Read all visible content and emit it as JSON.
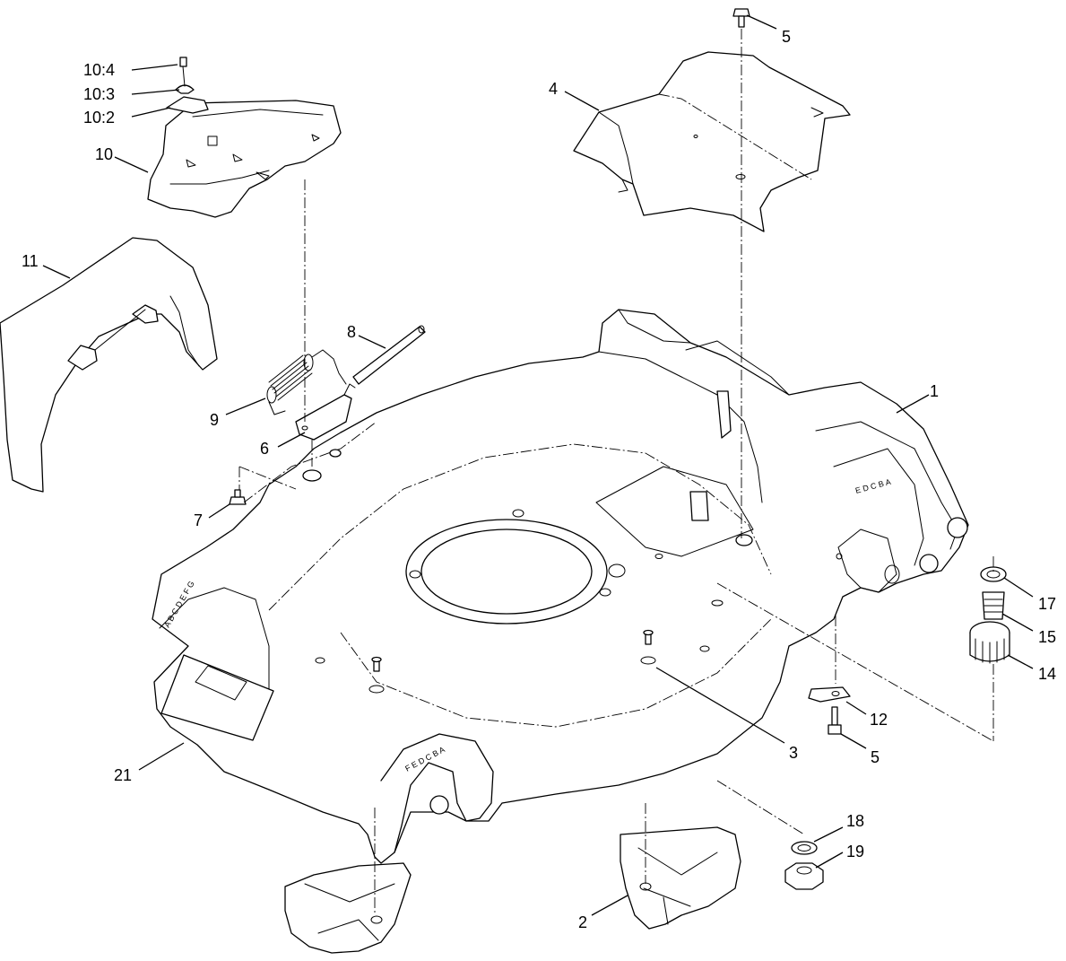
{
  "callouts": [
    {
      "id": "c-5-top",
      "text": "5"
    },
    {
      "id": "c-4",
      "text": "4"
    },
    {
      "id": "c-10-4",
      "text": "10:4"
    },
    {
      "id": "c-10-3",
      "text": "10:3"
    },
    {
      "id": "c-10-2",
      "text": "10:2"
    },
    {
      "id": "c-10",
      "text": "10"
    },
    {
      "id": "c-11",
      "text": "11"
    },
    {
      "id": "c-8",
      "text": "8"
    },
    {
      "id": "c-9",
      "text": "9"
    },
    {
      "id": "c-6",
      "text": "6"
    },
    {
      "id": "c-7",
      "text": "7"
    },
    {
      "id": "c-1",
      "text": "1"
    },
    {
      "id": "c-17",
      "text": "17"
    },
    {
      "id": "c-15",
      "text": "15"
    },
    {
      "id": "c-14",
      "text": "14"
    },
    {
      "id": "c-12",
      "text": "12"
    },
    {
      "id": "c-5-bottom",
      "text": "5"
    },
    {
      "id": "c-3",
      "text": "3"
    },
    {
      "id": "c-21",
      "text": "21"
    },
    {
      "id": "c-18",
      "text": "18"
    },
    {
      "id": "c-19",
      "text": "19"
    },
    {
      "id": "c-2",
      "text": "2"
    }
  ],
  "height_marks": {
    "front_right": "E D C B A",
    "rear_left": "A B C D E F G",
    "rear_center": "F E D C B A"
  }
}
